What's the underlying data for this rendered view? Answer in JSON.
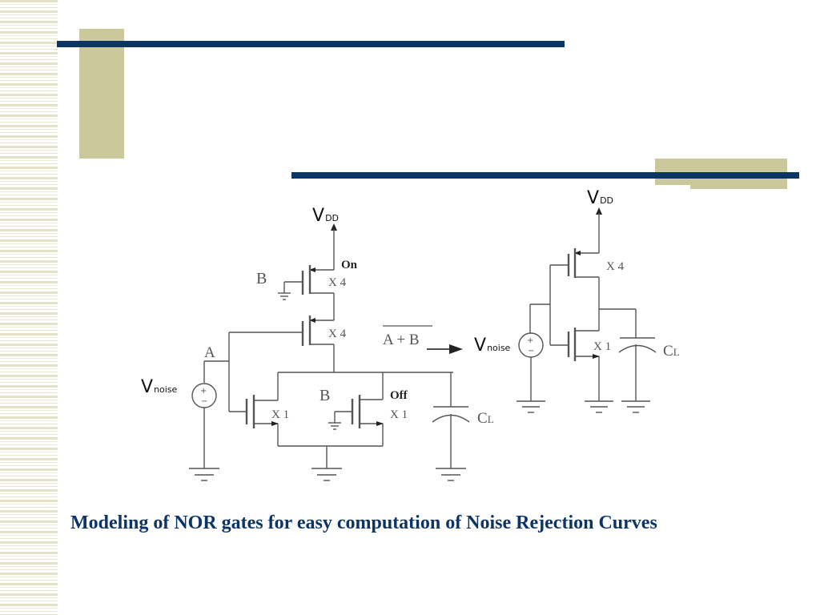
{
  "slide": {
    "caption": "Modeling of NOR gates for easy computation of Noise Rejection Curves",
    "colors": {
      "accent_navy": "#0c3566",
      "accent_tan": "#cbc99b"
    }
  },
  "left_circuit": {
    "vdd": {
      "main": "V",
      "sub": "DD"
    },
    "vnoise": {
      "main": "V",
      "sub": "noise"
    },
    "node_a": "A",
    "pmos_top": {
      "gate": "B",
      "size": "X 4",
      "state": "On"
    },
    "pmos_bottom": {
      "size": "X 4"
    },
    "nmos_left": {
      "size": "X 1"
    },
    "nmos_right": {
      "gate": "B",
      "size": "X 1",
      "state": "Off"
    },
    "load": {
      "main": "C",
      "sub": "L"
    }
  },
  "output_label": "A + B",
  "right_circuit": {
    "vdd": {
      "main": "V",
      "sub": "DD"
    },
    "vnoise": {
      "main": "V",
      "sub": "noise"
    },
    "pmos": {
      "size": "X 4"
    },
    "nmos": {
      "size": "X 1"
    },
    "load": {
      "main": "C",
      "sub": "L"
    }
  }
}
